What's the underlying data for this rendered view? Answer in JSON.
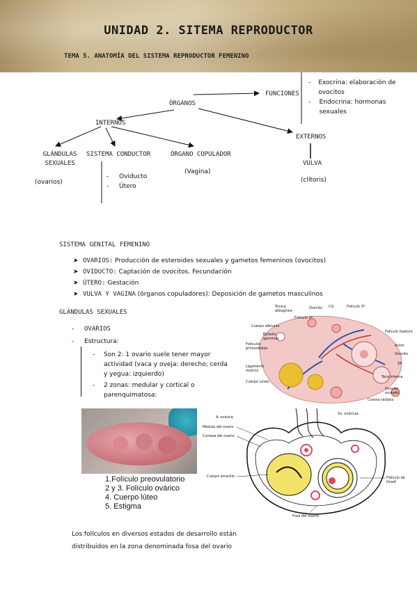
{
  "header": {
    "title": "UNIDAD 2. SITEMA REPRODUCTOR",
    "subtitle": "TEMA 5. ANATOMÍA DEL SISTEMA REPRODUCTOR FEMENINO"
  },
  "tree": {
    "funciones": "FUNCIONES",
    "funciones_items": [
      "Exocrina: elaboración de ovocitos",
      "Endocrina: hormonas sexuales"
    ],
    "organos": "ÓRGANOS",
    "internos": "INTERNOS",
    "externos": "EXTERNOS",
    "glandulas": "GLÁNDULAS SEXUALES",
    "glandulas_note": "(ovarios)",
    "conductor": "SISTEMA CONDUCTOR",
    "conductor_items": [
      "Oviducto",
      "Útero"
    ],
    "copulador": "ÓRGANO COPULADOR",
    "copulador_note": "(Vagina)",
    "vulva": "VULVA",
    "vulva_note": "(clítoris)"
  },
  "genital": {
    "heading": "SISTEMA GENITAL FEMENINO",
    "items": [
      {
        "term": "OVARIOS:",
        "text": " Producción de esteroides sexuales y gametos femeninos (ovocitos)"
      },
      {
        "term": "OVIDUCTO:",
        "text": " Captación de ovocitos. Fecundación"
      },
      {
        "term": "ÚTERO:",
        "text": " Gestación"
      },
      {
        "term": "VULVA Y VAGINA",
        "text": " (órganos copuladores): Deposición de gametos masculinos"
      }
    ]
  },
  "glandulas_section": {
    "heading": "GLÁNDULAS SEXUALES",
    "ovarios": "OVARIOS",
    "estructura": "Estructura:",
    "sub_items": [
      "Son 2: 1 ovario suele tener mayor actividad (vaca y oveja: derecho; cerda y yegua: izquierdo)",
      "2 zonas: medular y cortical o parenquimatosa:"
    ]
  },
  "diagram1_labels": {
    "tunica": "Túnica albugínea",
    "ovocito": "Ovocito",
    "cg": "CG",
    "foliculo3": "Folículo 3º",
    "foliculo1": "Folículo 1º",
    "cuerpo_albicans": "Cuerpo albicans",
    "epitelio": "Epitelio germinal",
    "foliculo_maduro": "Folículo maduro",
    "primordiales": "Folículos primordiales",
    "antro": "Antro",
    "ovocito2": "Ovocito",
    "zp": "ZP",
    "ligamento": "Ligamento ovárico",
    "cuerpo_luteo": "Cuerpo Lúteo",
    "teca": "Teca interna",
    "ovulado": "Ovocito ovulado",
    "corona": "Corona radiata"
  },
  "photo_legend": [
    "1.Folículo preovulatorio",
    "2 y 3. Folículo ovárico",
    "4. Cuerpo lúteo",
    "5. Estigma"
  ],
  "diagram2_labels": {
    "a_ovarica": "A. ovárica",
    "vv_ovaricas": "Vv. ováricas",
    "medula": "Médula del ovario",
    "corteza": "Corteza del ovario",
    "cuerpo_amarillo": "Cuerpo amarillo",
    "graaf": "Folículo de Graaf",
    "fosa": "Fosa del ovario"
  },
  "footer_text": [
    "Los folículos en diversos estados de desarrollo están",
    "distribuidos en la zona denominada fosa del ovario"
  ],
  "colors": {
    "arrow": "#111111",
    "cuerpo_luteo": "#e8c030",
    "tissue": "#f2c9c6",
    "vessel": "#2a4fb0"
  }
}
